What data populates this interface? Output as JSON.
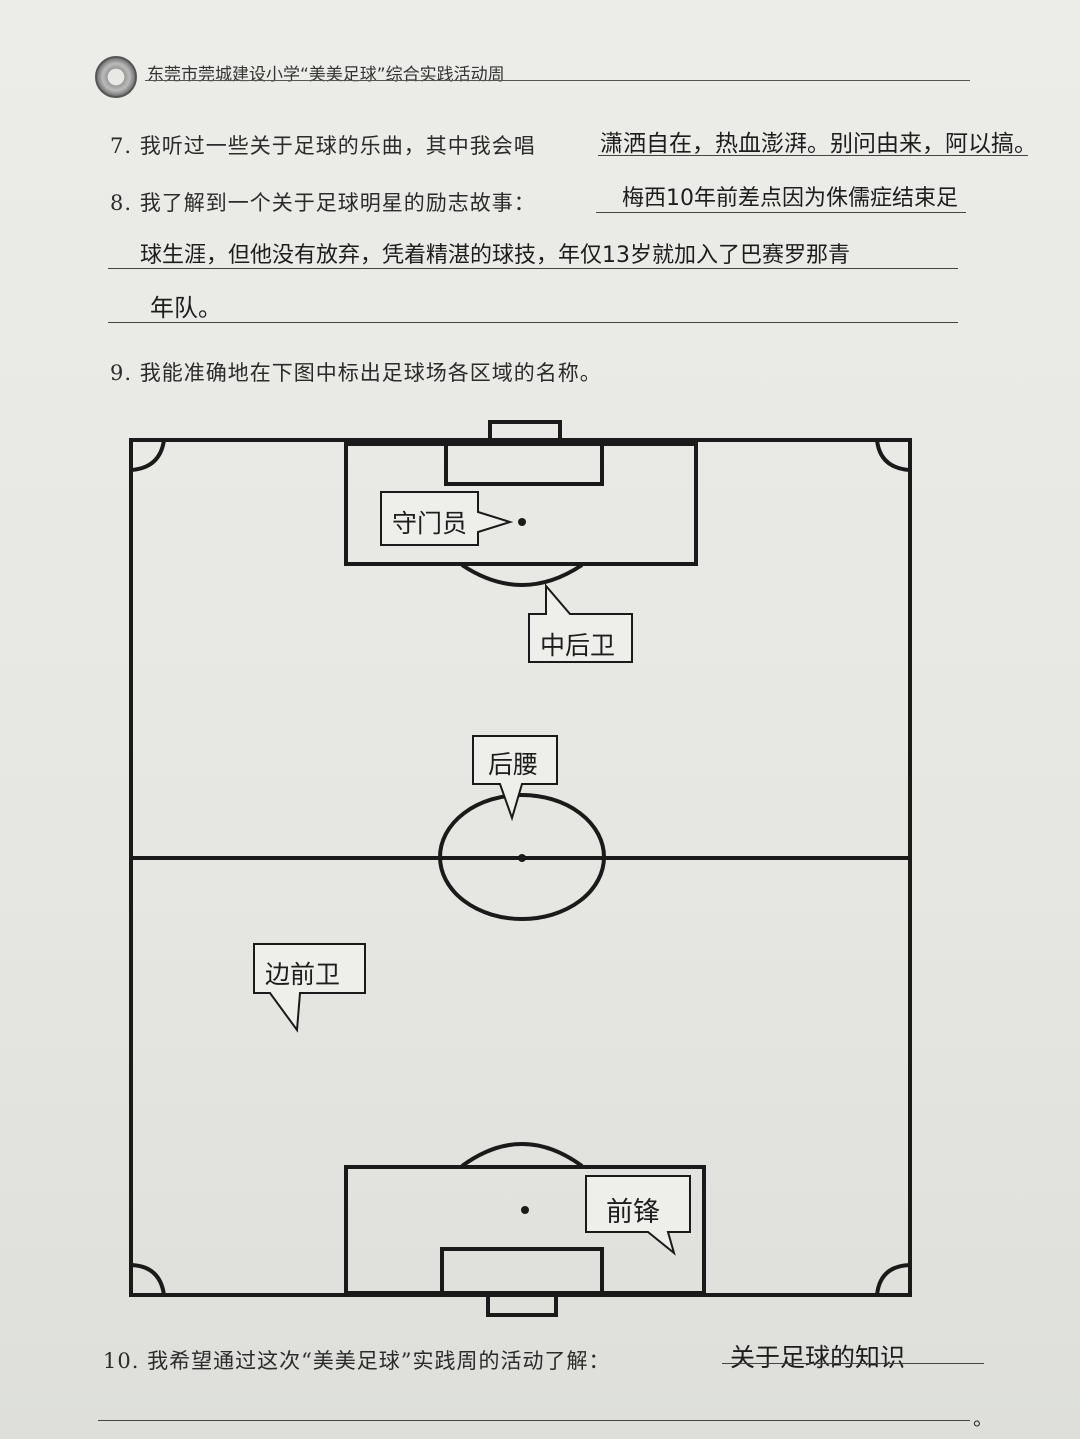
{
  "header": {
    "title": "东莞市莞城建设小学“美美足球”综合实践活动周",
    "logo_icon": "school-seal-icon"
  },
  "q7": {
    "prompt": "7. 我听过一些关于足球的乐曲，其中我会唱",
    "answer": "潇洒自在，热血澎湃。别问由来，阿以搞。"
  },
  "q8": {
    "prompt": "8. 我了解到一个关于足球明星的励志故事：",
    "answer_line1": "梅西10年前差点因为侏儒症结束足",
    "answer_line2": "球生涯，但他没有放弃，凭着精湛的球技，年仅13岁就加入了巴赛罗那青",
    "answer_line3": "年队。"
  },
  "q9": {
    "prompt": "9. 我能准确地在下图中标出足球场各区域的名称。",
    "labels": {
      "goalkeeper": "守门员",
      "center_back": "中后卫",
      "defensive_mid": "后腰",
      "winger": "边前卫",
      "forward": "前锋"
    }
  },
  "q10": {
    "prompt": "10. 我希望通过这次“美美足球”实践周的活动了解：",
    "answer": "关于足球的知识",
    "end_mark": "。"
  }
}
